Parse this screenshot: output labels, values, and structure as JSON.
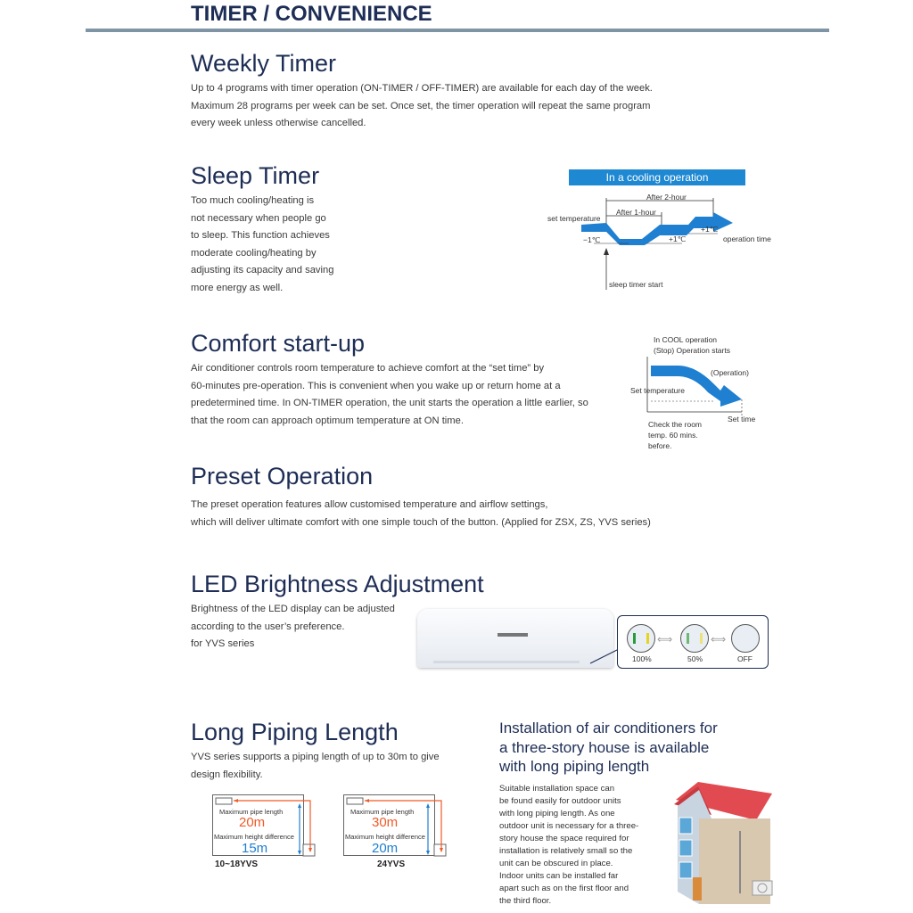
{
  "header": {
    "title": "TIMER / CONVENIENCE"
  },
  "weekly": {
    "title": "Weekly Timer",
    "lines": [
      "Up to 4 programs with timer operation (ON-TIMER / OFF-TIMER)  are available for each day of the week.",
      "Maximum 28 programs per week can be set. Once set, the timer operation will repeat the same  program",
      "every week unless otherwise cancelled."
    ]
  },
  "sleep": {
    "title": "Sleep Timer",
    "lines": [
      "Too much cooling/heating is",
      "not necessary when people go",
      "to sleep. This function achieves",
      "moderate cooling/heating by",
      "adjusting its capacity and saving",
      "more energy as well."
    ],
    "diagram": {
      "banner": "In a cooling operation",
      "after2": "After 2-hour",
      "after1": "After 1-hour",
      "set_temp": "set temperature",
      "minus1": "−1℃",
      "plus1a": "+1℃",
      "plus1b": "+1℃",
      "op_time": "operation time",
      "start": "sleep timer start"
    }
  },
  "comfort": {
    "title": "Comfort start-up",
    "lines": [
      "Air conditioner controls room temperature to achieve comfort at the “set time” by",
      "60-minutes pre-operation. This is convenient when you wake up or return home at a",
      "predetermined time. In ON-TIMER operation, the unit starts the operation a little earlier, so",
      "that the room can approach optimum temperature at ON time."
    ],
    "diagram": {
      "l1": "In COOL operation",
      "l2": "(Stop) Operation starts",
      "operation": "(Operation)",
      "set_temp": "Set temperature",
      "set_time": "Set time",
      "check": [
        "Check the room",
        "temp. 60 mins.",
        "before."
      ]
    }
  },
  "preset": {
    "title": "Preset Operation",
    "lines": [
      "The preset operation features allow customised temperature and airflow settings,",
      "which will deliver ultimate comfort with one simple touch of the button. (Applied for ZSX, ZS, YVS series)"
    ]
  },
  "led": {
    "title": "LED Brightness Adjustment",
    "lines": [
      "Brightness of the LED display can be adjusted",
      "according to the user’s preference.",
      "for YVS series"
    ],
    "levels": [
      {
        "label": "100%",
        "value": 100
      },
      {
        "label": "50%",
        "value": 50
      },
      {
        "label": "OFF",
        "value": 0
      }
    ]
  },
  "piping": {
    "title": "Long Piping Length",
    "lines": [
      "YVS series supports a piping length of up to 30m to give",
      "design flexibility."
    ],
    "models": [
      {
        "name": "10~18YVS",
        "pipe_label": "Maximum pipe length",
        "pipe": "20m",
        "height_label": "Maximum height difference",
        "height": "15m"
      },
      {
        "name": "24YVS",
        "pipe_label": "Maximum pipe length",
        "pipe": "30m",
        "height_label": "Maximum height difference",
        "height": "20m"
      }
    ]
  },
  "install": {
    "title": [
      "Installation of air conditioners for",
      "a three-story house is available",
      "with long piping length"
    ],
    "lines": [
      "Suitable installation space can",
      "be found easily for outdoor units",
      "with long piping length. As one",
      "outdoor unit is necessary for a three-",
      "story house the space required for",
      "installation is relatively small so the",
      "unit can be obscured in place.",
      "Indoor units can be installed far",
      "apart such as on the first floor and",
      "the third floor."
    ]
  },
  "colors": {
    "navy": "#1d2d55",
    "blue": "#1f7fd0",
    "orange": "#f05a28",
    "rule": "#7f95a5"
  }
}
